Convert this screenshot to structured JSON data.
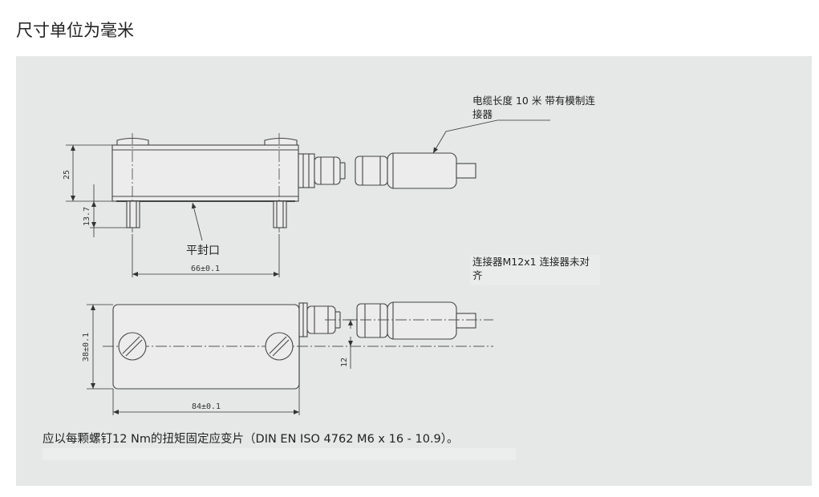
{
  "page": {
    "title": "尺寸单位为毫米"
  },
  "labels": {
    "cable_line1": "电缆长度 10 米 带有模制连",
    "cable_line2": "接器",
    "flat_seal": "平封口",
    "connector_line1": "连接器M12x1 连接器未对",
    "connector_line2": "齐"
  },
  "dimensions": {
    "height_25": "25",
    "pin_13_7": "13.7",
    "length_66": "66±0.1",
    "width_38": "38±0.1",
    "length_84": "84±0.1",
    "offset_12": "12"
  },
  "note": {
    "text": "应以每颗螺钉12 Nm的扭矩固定应变片（DIN EN ISO 4762 M6 x 16 - 10.9）。"
  }
}
